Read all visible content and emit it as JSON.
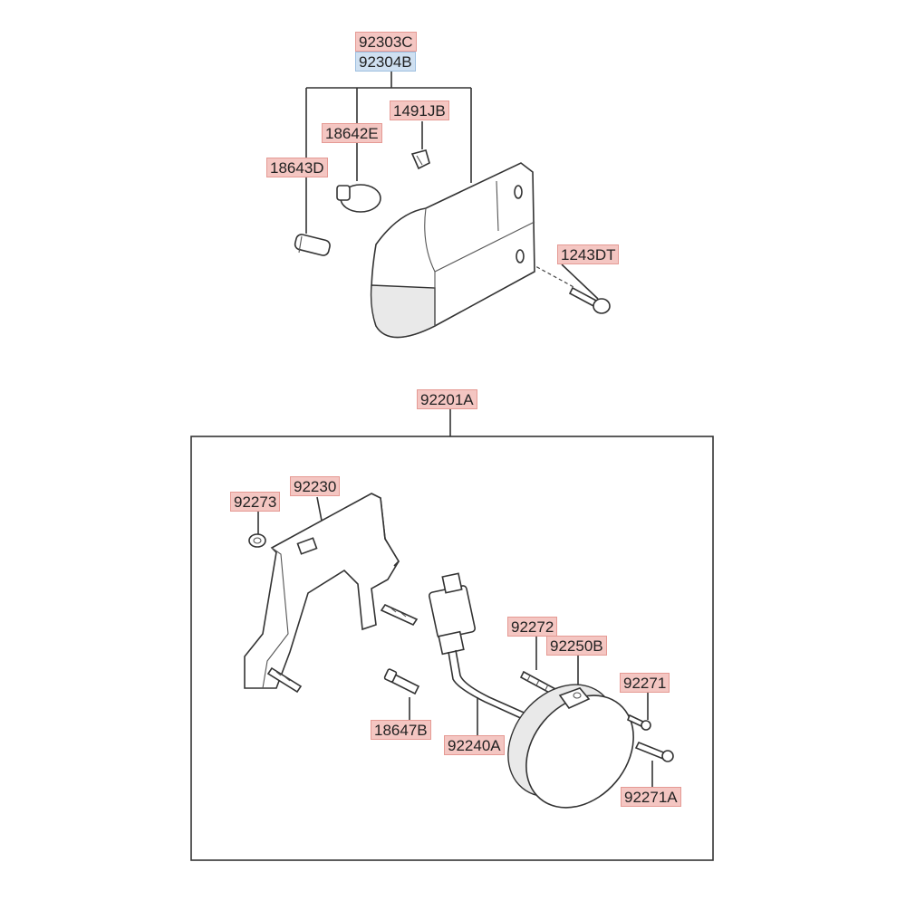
{
  "diagram": {
    "upper_assembly": {
      "labels": {
        "p92303C": "92303C",
        "p92304B": "92304B",
        "p1491JB": "1491JB",
        "p18642E": "18642E",
        "p18643D": "18643D",
        "p1243DT": "1243DT"
      }
    },
    "lower_assembly": {
      "labels": {
        "p92201A": "92201A",
        "p92230": "92230",
        "p92273": "92273",
        "p92272": "92272",
        "p92250B": "92250B",
        "p92271": "92271",
        "p18647B": "18647B",
        "p92240A": "92240A",
        "p92271A": "92271A"
      }
    },
    "colors": {
      "label_fill": "#f4c6c2",
      "label_border": "#e59a94",
      "alt_label_fill": "#cfe0f1",
      "line": "#333333"
    }
  }
}
